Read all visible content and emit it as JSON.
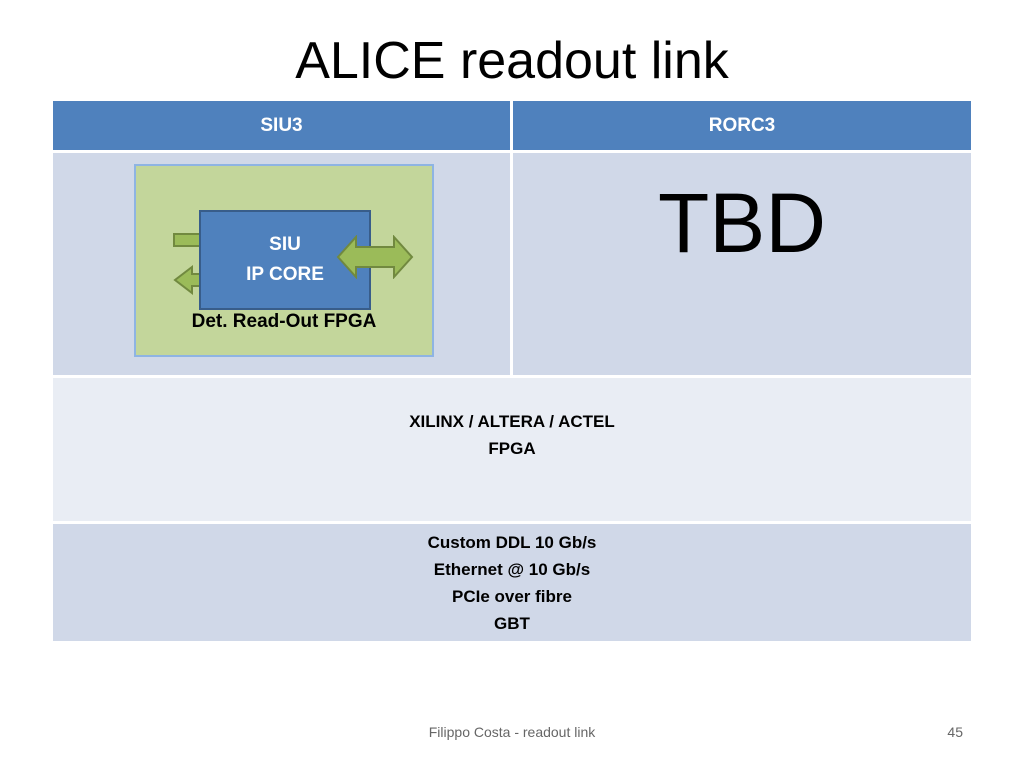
{
  "slide": {
    "title": "ALICE readout link",
    "footer_text": "Filippo Costa - readout link",
    "page_number": "45"
  },
  "table": {
    "col1_header": "SIU3",
    "col2_header": "RORC3",
    "siu_line1": "SIU",
    "siu_line2": "IP CORE",
    "fpga_label": "Det. Read-Out FPGA",
    "tbd": "TBD",
    "fpga_vendors": [
      "XILINX / ALTERA / ACTEL",
      "FPGA"
    ],
    "link_types": [
      "Custom DDL 10 Gb/s",
      "Ethernet @ 10 Gb/s",
      "PCIe over fibre",
      "GBT"
    ]
  },
  "colors": {
    "header_blue": "#4f81bd",
    "row_light": "#d0d8e8",
    "row_lighter": "#e9edf4",
    "fpga_green": "#c3d69b",
    "arrow_green": "#9bbb59"
  }
}
